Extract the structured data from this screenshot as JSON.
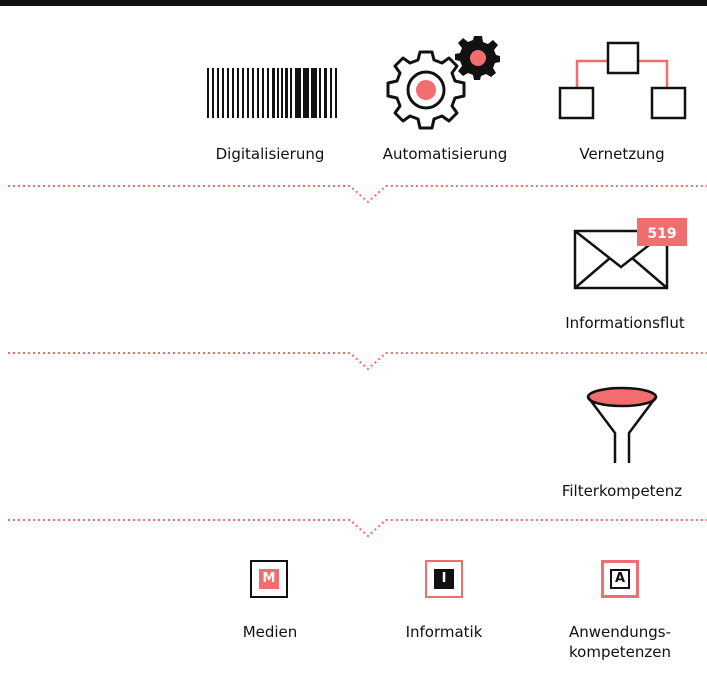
{
  "row1": {
    "items": [
      {
        "label": "Digitalisierung",
        "icon": "barcode-icon"
      },
      {
        "label": "Automatisierung",
        "icon": "gears-icon"
      },
      {
        "label": "Vernetzung",
        "icon": "network-icon"
      }
    ]
  },
  "row2": {
    "label": "Informationsflut",
    "icon": "envelope-icon",
    "badge": "519"
  },
  "row3": {
    "label": "Filterkompetenz",
    "icon": "funnel-icon"
  },
  "row4": {
    "items": [
      {
        "label": "Medien",
        "letter": "M",
        "icon": "media-box-icon"
      },
      {
        "label": "Informatik",
        "letter": "I",
        "icon": "informatics-box-icon"
      },
      {
        "label": "Anwendungs-\nkompetenzen",
        "letter": "A",
        "icon": "application-box-icon"
      }
    ]
  },
  "colors": {
    "accent": "#f26d6d",
    "dark": "#111111"
  }
}
